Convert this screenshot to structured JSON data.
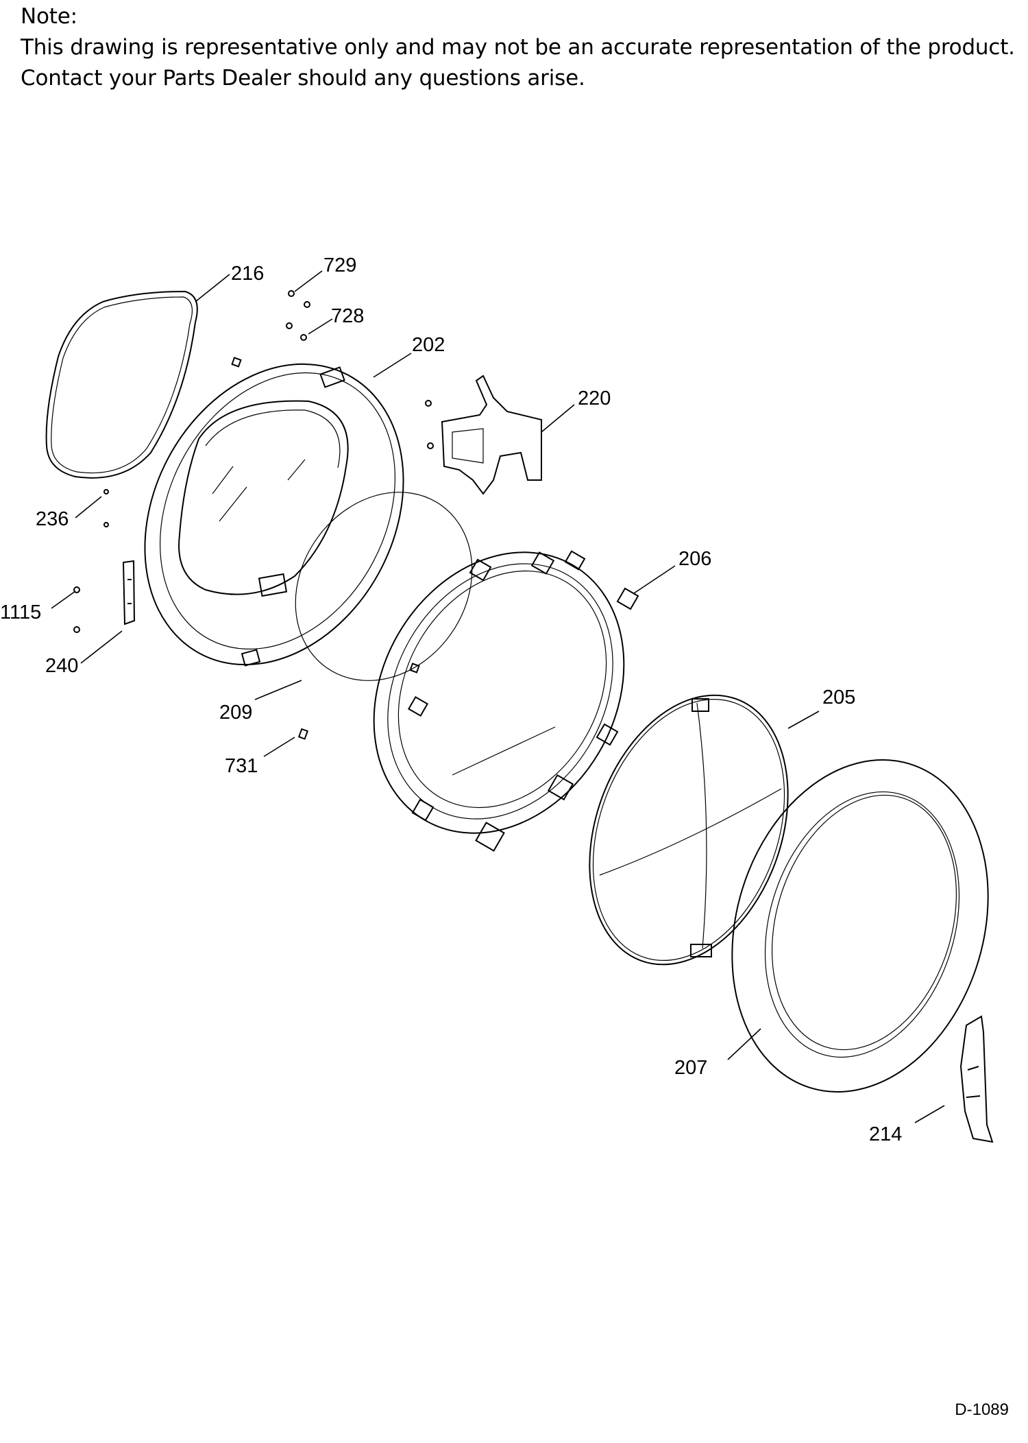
{
  "note": {
    "heading": "Note:",
    "line1": "This drawing is representative only and may not be an accurate representation of the product.",
    "line2": "Contact your Parts Dealer should any questions arise."
  },
  "callouts": {
    "c216": "216",
    "c729": "729",
    "c728": "728",
    "c202": "202",
    "c220": "220",
    "c236": "236",
    "c1115": "1115",
    "c240": "240",
    "c206": "206",
    "c209": "209",
    "c731": "731",
    "c205": "205",
    "c207": "207",
    "c214": "214"
  },
  "doc_id": "D-1089"
}
